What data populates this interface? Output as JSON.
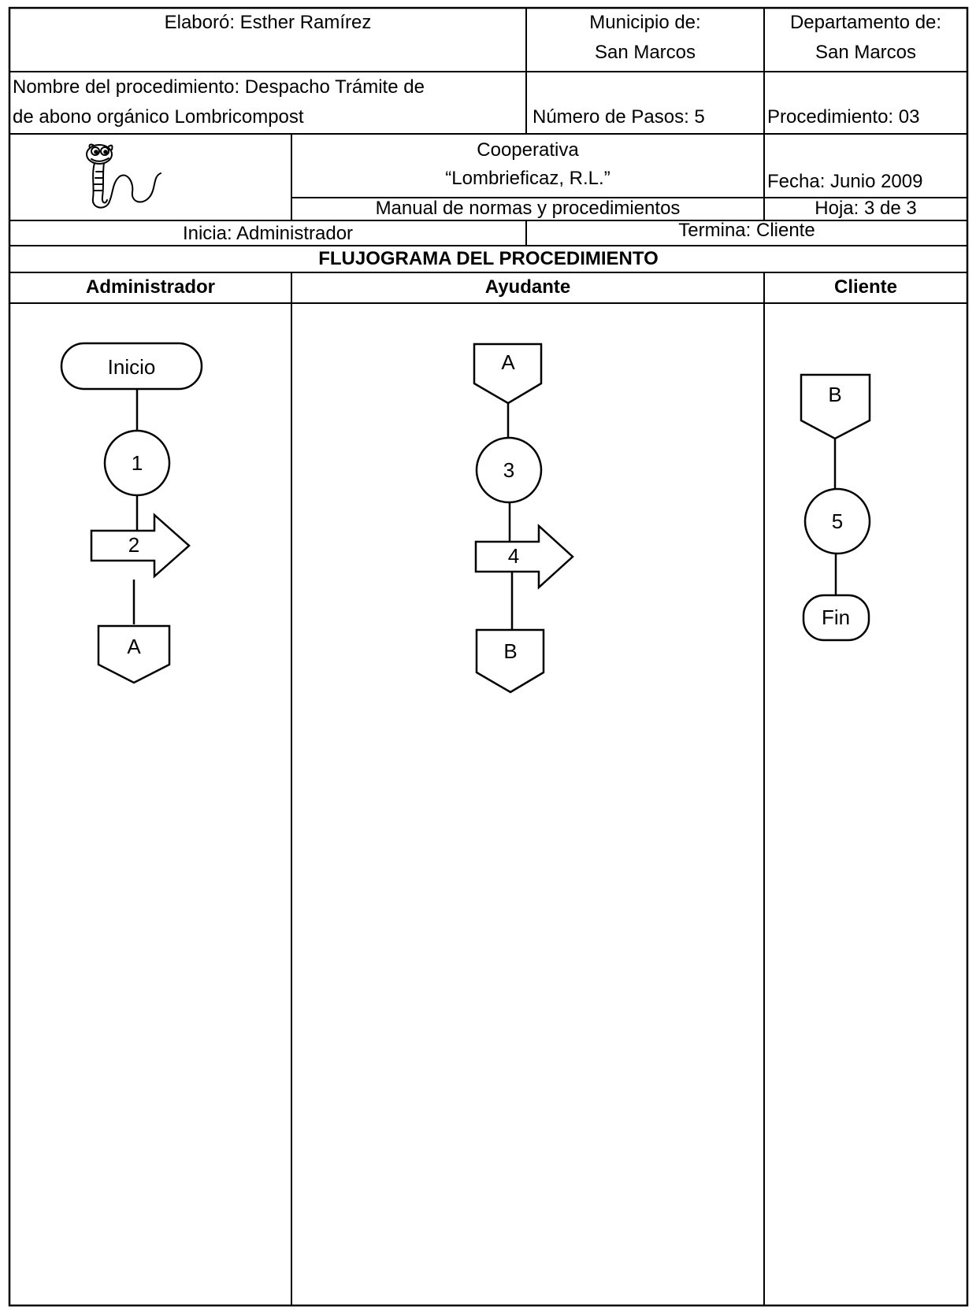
{
  "header": {
    "elaboro": "Elaboró: Esther Ramírez",
    "municipio_label": "Municipio de:",
    "municipio_value": "San Marcos",
    "departamento_label": "Departamento de:",
    "departamento_value": "San Marcos",
    "procedimiento_nombre_line1": "Nombre del procedimiento: Despacho Trámite de",
    "procedimiento_nombre_line2": "de abono orgánico Lombricompost",
    "numero_pasos": "Número de Pasos:  5",
    "procedimiento_numero": "Procedimiento: 03",
    "org_line1": "Cooperativa",
    "org_line2": "“Lombrieficaz, R.L.”",
    "fecha": "Fecha: Junio 2009",
    "manual": "Manual de normas y procedimientos",
    "hoja": "Hoja: 3 de 3",
    "inicia": "Inicia: Administrador",
    "termina": "Termina: Cliente",
    "flujograma_title": "FLUJOGRAMA DEL PROCEDIMIENTO"
  },
  "lanes": [
    "Administrador",
    "Ayudante",
    "Cliente"
  ],
  "flow": {
    "inicio": "Inicio",
    "fin": "Fin",
    "step1": "1",
    "step2": "2",
    "step3": "3",
    "step4": "4",
    "step5": "5",
    "connector_a": "A",
    "connector_b": "B"
  },
  "logo_icon": "worm-mascot-icon"
}
